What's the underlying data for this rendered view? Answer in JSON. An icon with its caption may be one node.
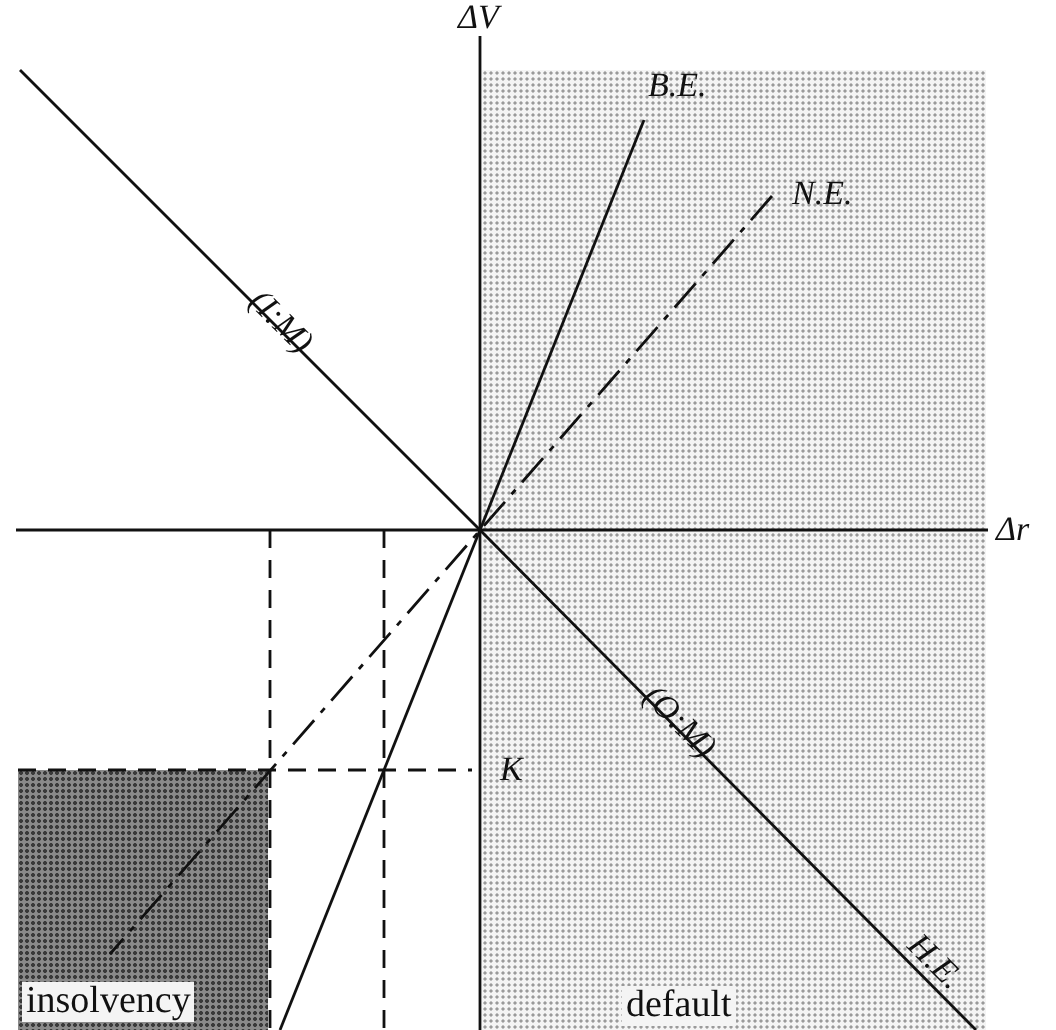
{
  "diagram": {
    "nodes": [
      {
        "text": [
          "insolvency"
        ]
      },
      {
        "text": [
          "default"
        ]
      }
    ],
    "labels": [
      "ΔV",
      "B.E.",
      "N.E.",
      "(I:M)",
      "Δr",
      "(O:M)",
      "K",
      "H.E."
    ]
  }
}
